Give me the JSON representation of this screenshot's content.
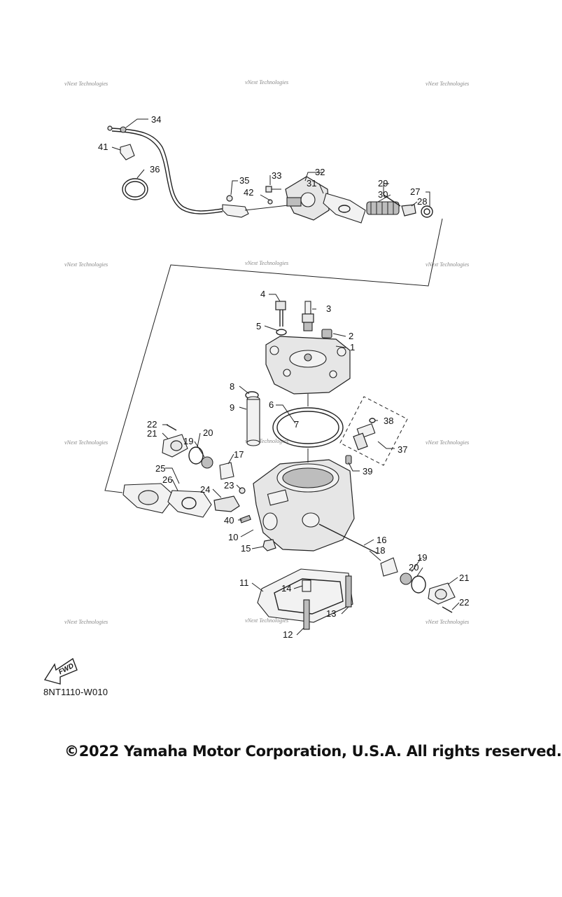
{
  "watermark": "vNext Technologies",
  "diagram_code": "8NT1110-W010",
  "fwd_label": "FWD",
  "copyright": "©2022 Yamaha Motor Corporation, U.S.A. All rights reserved.",
  "callouts": [
    "1",
    "2",
    "3",
    "4",
    "5",
    "6",
    "7",
    "8",
    "9",
    "10",
    "11",
    "12",
    "13",
    "14",
    "15",
    "16",
    "17",
    "18",
    "19",
    "19",
    "20",
    "20",
    "21",
    "21",
    "22",
    "22",
    "23",
    "24",
    "25",
    "26",
    "27",
    "28",
    "29",
    "30",
    "31",
    "32",
    "33",
    "34",
    "35",
    "36",
    "37",
    "38",
    "39",
    "40",
    "41",
    "42"
  ]
}
